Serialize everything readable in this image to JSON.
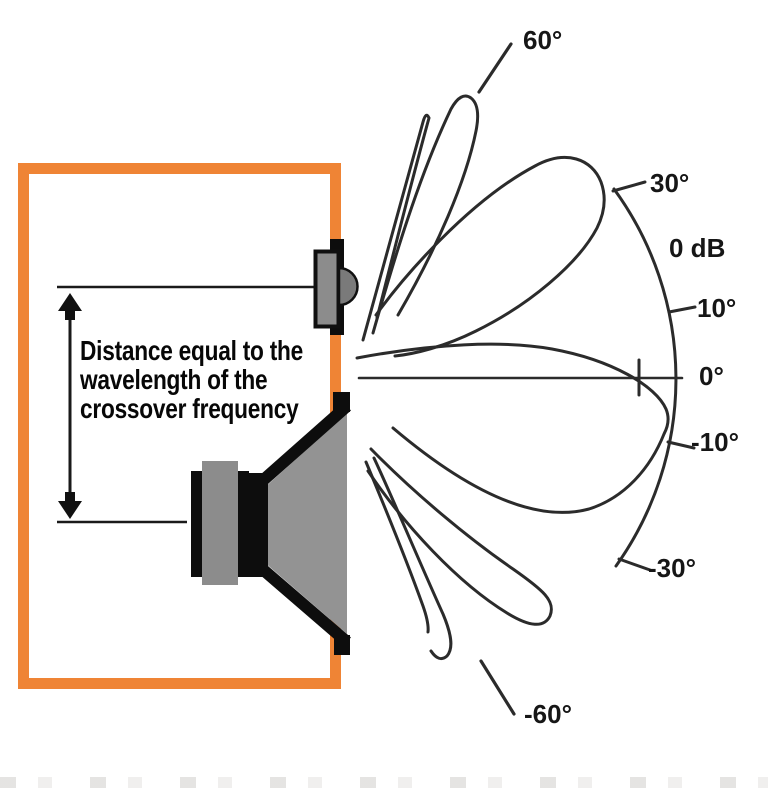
{
  "figure": {
    "kind": "speaker-crossover-lobing-diagram",
    "background": "#ffffff",
    "accent_orange": "#EF8435",
    "line_color": "#2b2b2b",
    "driver_gray": "#8C8C8C",
    "cone_gray": "#939393",
    "dome_gray": "#7a7a7a"
  },
  "cabinet": {
    "annotation": {
      "line1": "Distance equal to the",
      "line2": "wavelength of the",
      "line3": "crossover frequency"
    }
  },
  "polar": {
    "reference_label": "0 dB",
    "labels": {
      "p60": "60°",
      "p30": "30°",
      "p10": "10°",
      "p0": "0°",
      "m10": "-10°",
      "m30": "-30°",
      "m60": "-60°"
    },
    "tick_angles_deg": [
      60,
      30,
      10,
      0,
      -10,
      -30,
      -60
    ],
    "lobe_tip_angles_deg": [
      75,
      60,
      28,
      -5,
      -38,
      -60
    ]
  }
}
